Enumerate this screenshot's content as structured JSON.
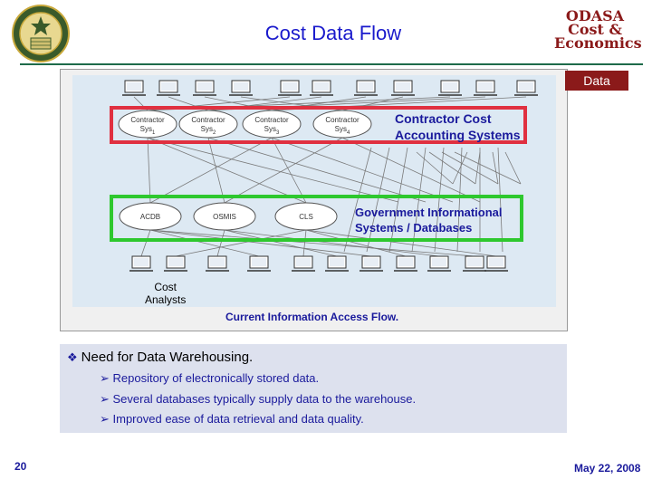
{
  "header": {
    "title": "Cost Data Flow",
    "logo_right_lines": [
      "ODASA",
      "Cost &",
      "Economics"
    ]
  },
  "diagram": {
    "contractor_systems": [
      {
        "name": "Contractor",
        "sys": "Sys",
        "sub": "1"
      },
      {
        "name": "Contractor",
        "sys": "Sys",
        "sub": "2"
      },
      {
        "name": "Contractor",
        "sys": "Sys",
        "sub": "3"
      },
      {
        "name": "Contractor",
        "sys": "Sys",
        "sub": "4"
      }
    ],
    "gov_systems": [
      "ACDB",
      "OSMIS",
      "CLS"
    ],
    "data_badge": "Data",
    "contractor_label": [
      "Contractor Cost",
      "Accounting Systems"
    ],
    "gov_label": [
      "Government Informational",
      "Systems / Databases"
    ],
    "analysts_label": [
      "Cost",
      "Analysts"
    ],
    "caption": "Current Information Access Flow."
  },
  "bullets": {
    "main": "Need for Data Warehousing.",
    "items": [
      "Repository of electronically stored data.",
      "Several databases typically supply data to the warehouse.",
      "Improved ease of data retrieval and data quality."
    ]
  },
  "footer": {
    "page_number": "20",
    "date": "May 22, 2008"
  },
  "colors": {
    "title": "#1a1acc",
    "contractor_box": "#e03040",
    "gov_box": "#2ec82e",
    "badge": "#8b1a1a",
    "text_blue": "#1a1a9c"
  }
}
